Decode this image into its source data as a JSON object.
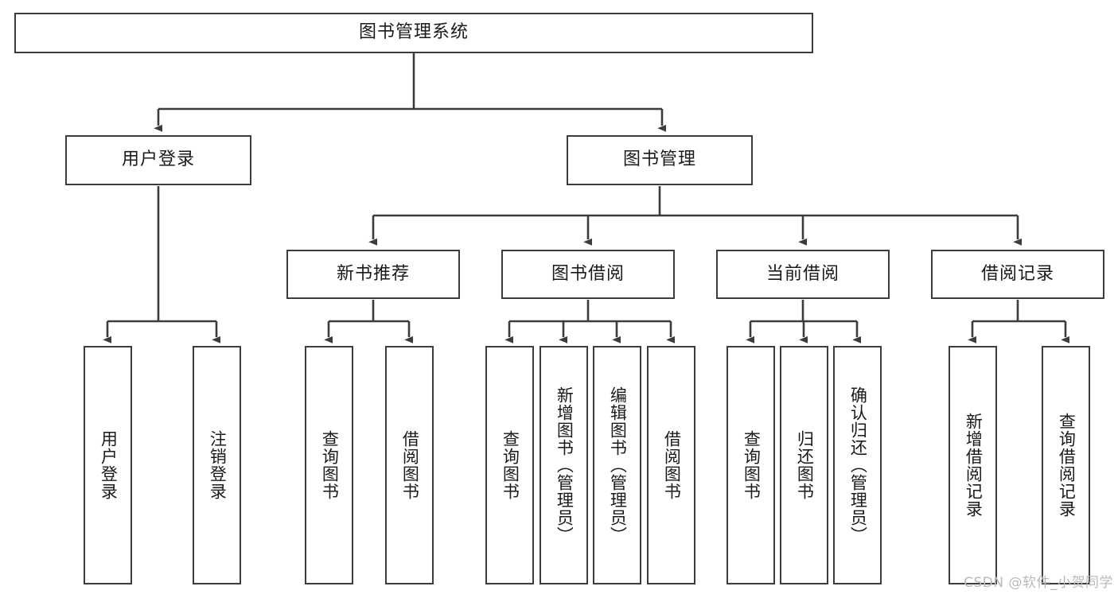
{
  "diagram": {
    "title": "图书管理系统",
    "type": "tree-hierarchy-chart",
    "watermark": "CSDN @软件_小贺同学",
    "colors": {
      "stroke": "#3c3c3c",
      "fill": "#ffffff",
      "text": "#1a1a1a",
      "watermark": "#b9b9b9"
    },
    "nodes": {
      "root": {
        "label": "图书管理系统"
      },
      "level2": [
        {
          "id": "user-login",
          "label": "用户登录"
        },
        {
          "id": "book-manage",
          "label": "图书管理"
        }
      ],
      "level3": [
        {
          "id": "new-book-recommend",
          "label": "新书推荐"
        },
        {
          "id": "book-borrow",
          "label": "图书借阅"
        },
        {
          "id": "current-borrow",
          "label": "当前借阅"
        },
        {
          "id": "borrow-record",
          "label": "借阅记录"
        }
      ],
      "leaves": [
        {
          "id": "leaf-user-login",
          "label": "用户登录",
          "parent": "user-login"
        },
        {
          "id": "leaf-logout-login",
          "label": "注销登录",
          "parent": "user-login"
        },
        {
          "id": "leaf-query-book-1",
          "label": "查询图书",
          "parent": "new-book-recommend"
        },
        {
          "id": "leaf-borrow-book-1",
          "label": "借阅图书",
          "parent": "new-book-recommend"
        },
        {
          "id": "leaf-query-book-2",
          "label": "查询图书",
          "parent": "book-borrow"
        },
        {
          "id": "leaf-add-book",
          "label": "新增图书（管理员）",
          "parent": "book-borrow"
        },
        {
          "id": "leaf-edit-book",
          "label": "编辑图书（管理员）",
          "parent": "book-borrow"
        },
        {
          "id": "leaf-borrow-book-2",
          "label": "借阅图书",
          "parent": "book-borrow"
        },
        {
          "id": "leaf-query-book-3",
          "label": "查询图书",
          "parent": "current-borrow"
        },
        {
          "id": "leaf-return-book",
          "label": "归还图书",
          "parent": "current-borrow"
        },
        {
          "id": "leaf-confirm-return",
          "label": "确认归还（管理员）",
          "parent": "current-borrow"
        },
        {
          "id": "leaf-add-record",
          "label": "新增借阅记录",
          "parent": "borrow-record"
        },
        {
          "id": "leaf-query-record",
          "label": "查询借阅记录",
          "parent": "borrow-record"
        }
      ]
    }
  }
}
